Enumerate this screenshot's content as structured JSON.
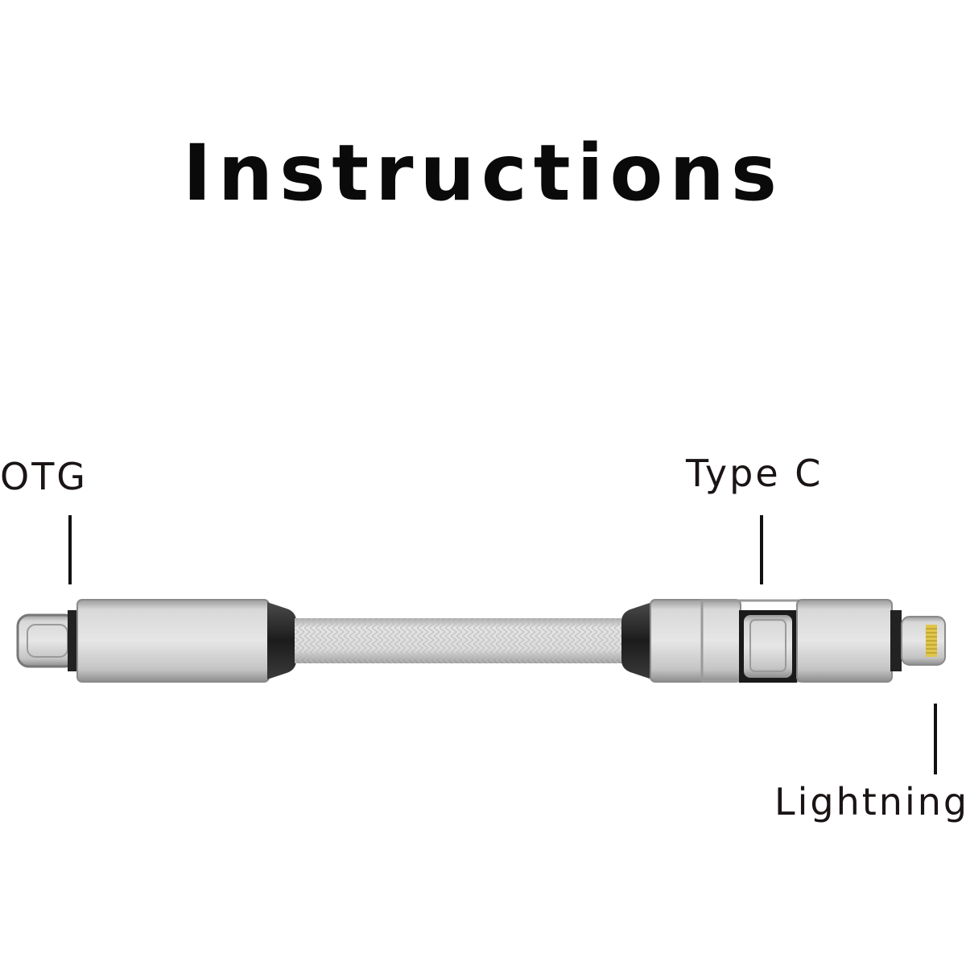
{
  "title": "Instructions",
  "labels": {
    "otg": "OTG",
    "type_c": "Type C",
    "lightning": "Lightning"
  },
  "colors": {
    "text": "#0a0a0a",
    "metal": "#c9c9c9",
    "metal_dark": "#8a8a8a",
    "braid": "#d9d9d9",
    "rubber": "#2a2a2a",
    "lightning_pins": "#e0c64a"
  }
}
